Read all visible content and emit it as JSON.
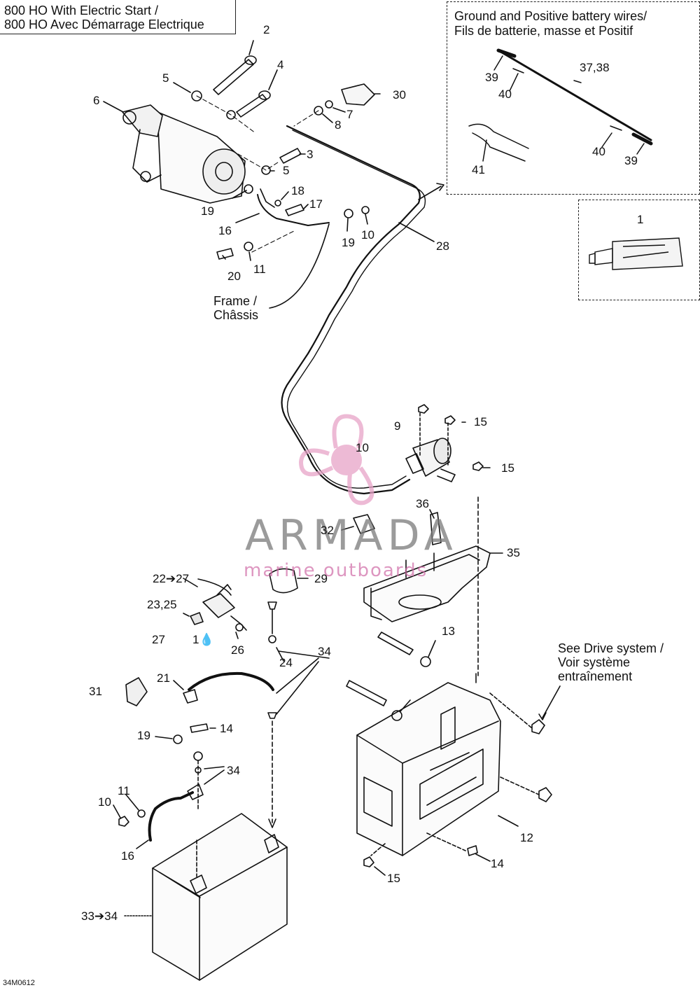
{
  "header": {
    "line1": "800 HO With Electric Start  /",
    "line2": "800 HO Avec Démarrage Electrique"
  },
  "inset_wires": {
    "title_line1": "Ground and Positive battery wires/",
    "title_line2": "Fils de batterie, masse et Positif",
    "callouts": [
      "39",
      "40",
      "37,38",
      "40",
      "39",
      "41"
    ]
  },
  "inset_tube": {
    "callout": "1"
  },
  "callouts": {
    "c2": "2",
    "c4": "4",
    "c5a": "5",
    "c6": "6",
    "c30": "30",
    "c7": "7",
    "c8": "8",
    "c3": "3",
    "c5b": "5",
    "c18": "18",
    "c17": "17",
    "c19a": "19",
    "c16a": "16",
    "c19b": "19",
    "c10a": "10",
    "c28": "28",
    "c20": "20",
    "c11a": "11",
    "c15a": "15",
    "c9": "9",
    "c10b": "10",
    "c15b": "15",
    "c36": "36",
    "c32": "32",
    "c35": "35",
    "c29": "29",
    "c22_27": "22➔27",
    "c23_25": "23,25",
    "c27": "27",
    "c1": "1",
    "c26": "26",
    "c24": "24",
    "c34a": "34",
    "c13": "13",
    "c31": "31",
    "c21": "21",
    "c14a": "14",
    "c19c": "19",
    "c34b": "34",
    "c11b": "11",
    "c10c": "10",
    "c16b": "16",
    "c33_34": "33➔34",
    "c12": "12",
    "c14b": "14",
    "c15c": "15"
  },
  "notes": {
    "frame_line1": "Frame /",
    "frame_line2": "Châssis",
    "drive_line1": "See Drive system /",
    "drive_line2": "Voir système",
    "drive_line3": "entraînement"
  },
  "diagram_code": "34M0612",
  "watermark": {
    "name": "ARMADA",
    "subtitle": "marine outboards",
    "logo_color": "#e8a3c8",
    "text_color": "#7a7a7a"
  }
}
